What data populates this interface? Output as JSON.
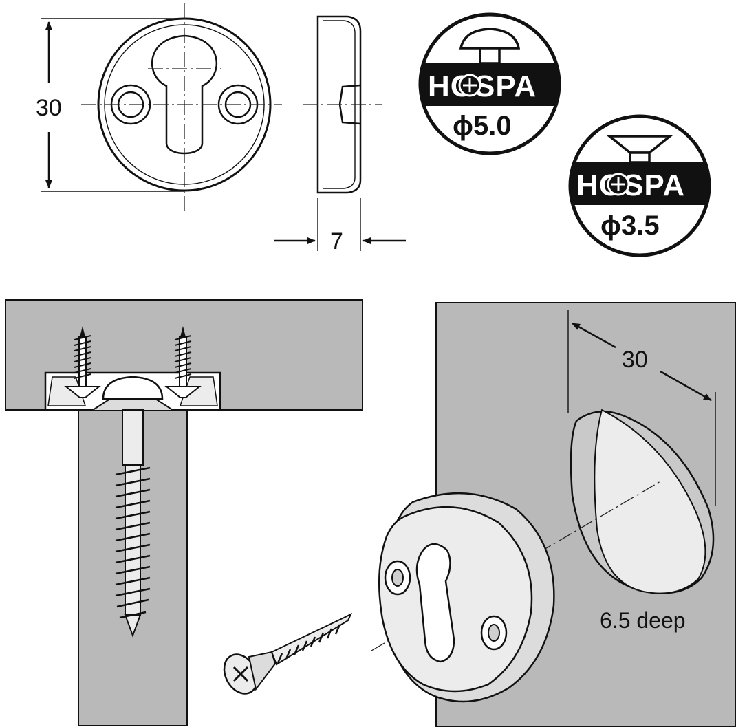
{
  "dimensions": {
    "height": "30",
    "depth": "7",
    "cutout_diameter": "30",
    "cutout_depth": "6.5 deep"
  },
  "badges": [
    {
      "brand": "HOSPA",
      "size": "ϕ5.0",
      "screw_head": "round"
    },
    {
      "brand": "HOSPA",
      "size": "ϕ3.5",
      "screw_head": "countersunk"
    }
  ],
  "colors": {
    "wood": "#b9b9b9",
    "part": "#ececec",
    "badge_band": "#111111"
  }
}
